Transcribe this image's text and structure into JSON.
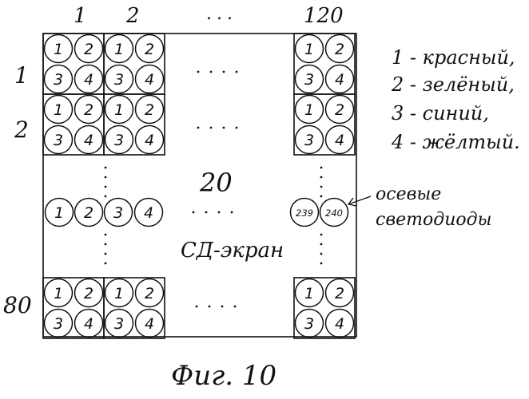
{
  "column_labels": [
    "1",
    "2",
    "...",
    "120"
  ],
  "row_labels": [
    "1",
    "2",
    "80"
  ],
  "module_numbers": [
    "1",
    "2",
    "3",
    "4"
  ],
  "axial_numbers": [
    "239",
    "240"
  ],
  "center_label": "20",
  "screen_label": "СД-экран",
  "axial_label_line1": "осевые",
  "axial_label_line2": "светодиоды",
  "legend": [
    "1 - красный,",
    "2 - зелёный,",
    "3 - синий,",
    "4 - жёлтый."
  ],
  "figure_caption": "Фиг. 10"
}
